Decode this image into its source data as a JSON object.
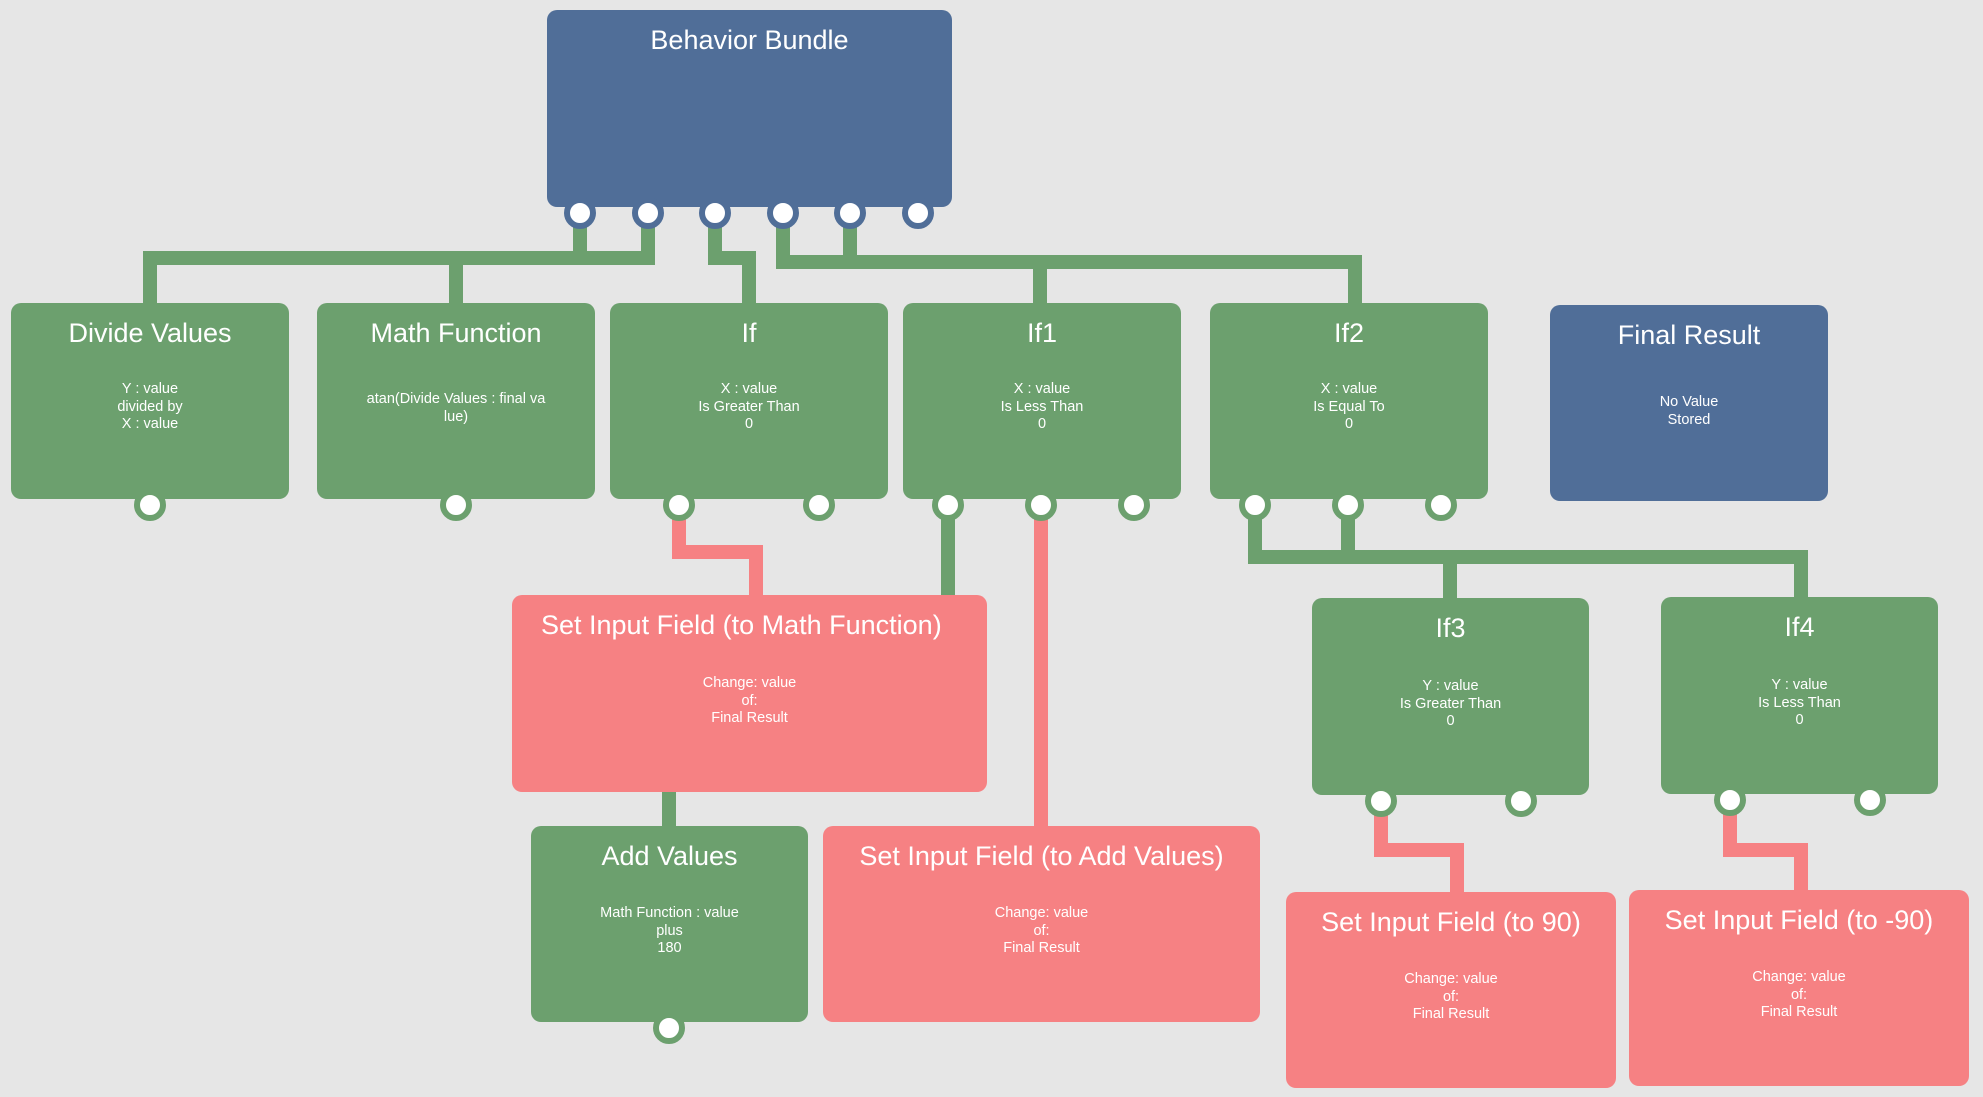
{
  "colors": {
    "background": "#e6e6e6",
    "trigger_node": "#506e98",
    "logic_node": "#6ca06e",
    "action_node": "#f68183",
    "logic_wire": "#6ca06e",
    "action_wire": "#f68183"
  },
  "nodes": {
    "behavior_bundle": {
      "title": "Behavior Bundle"
    },
    "divide_values": {
      "title": "Divide Values",
      "lines": [
        "Y : value",
        "divided by",
        "X : value"
      ]
    },
    "math_function": {
      "title": "Math Function",
      "lines": [
        "atan(Divide Values : final va",
        "lue)"
      ]
    },
    "if": {
      "title": "If",
      "lines": [
        "X : value",
        "Is Greater Than",
        "0"
      ]
    },
    "if1": {
      "title": "If1",
      "lines": [
        "X : value",
        "Is Less Than",
        "0"
      ]
    },
    "if2": {
      "title": "If2",
      "lines": [
        "X : value",
        "Is Equal To",
        "0"
      ]
    },
    "final_result": {
      "title": "Final Result",
      "lines": [
        "No Value",
        "Stored"
      ]
    },
    "set_input_math": {
      "title": "Set Input Field (to Math Function)",
      "lines": [
        "Change: value",
        "of:",
        "Final Result"
      ]
    },
    "if3": {
      "title": "If3",
      "lines": [
        "Y : value",
        "Is Greater Than",
        "0"
      ]
    },
    "if4": {
      "title": "If4",
      "lines": [
        "Y : value",
        "Is Less Than",
        "0"
      ]
    },
    "add_values": {
      "title": "Add Values",
      "lines": [
        "Math Function : value",
        "plus",
        "180"
      ]
    },
    "set_input_add": {
      "title": "Set Input Field (to Add Values)",
      "lines": [
        "Change: value",
        "of:",
        "Final Result"
      ]
    },
    "set_input_90": {
      "title": "Set Input Field (to 90)",
      "lines": [
        "Change: value",
        "of:",
        "Final Result"
      ]
    },
    "set_input_neg90": {
      "title": "Set Input Field (to -90)",
      "lines": [
        "Change: value",
        "of:",
        "Final Result"
      ]
    }
  }
}
